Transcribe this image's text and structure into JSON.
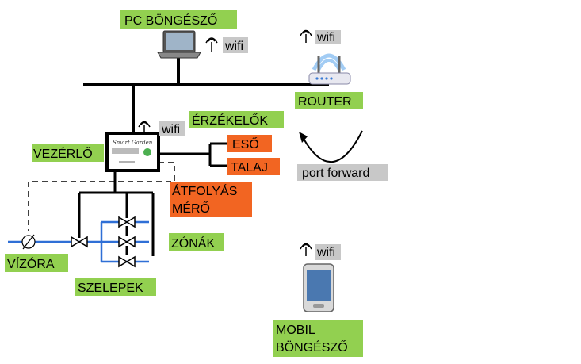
{
  "labels": {
    "pc_browser": "PC BÖNGÉSZŐ",
    "router": "ROUTER",
    "sensors": "ÉRZÉKELŐK",
    "controller": "VEZÉRLŐ",
    "rain": "ESŐ",
    "soil": "TALAJ",
    "port_forward": "port forward",
    "flow_meter_line1": "ÁTFOLYÁS",
    "flow_meter_line2": "MÉRŐ",
    "zones": "ZÓNÁK",
    "water_meter": "VÍZÓRA",
    "valves": "SZELEPEK",
    "mobile_line1": "MOBIL",
    "mobile_line2": "BÖNGÉSZŐ",
    "wifi_pc": "wifi",
    "wifi_router": "wifi",
    "wifi_controller": "wifi",
    "wifi_mobile": "wifi",
    "controller_brand": "Smart Garden"
  },
  "colors": {
    "green": "#92d050",
    "orange": "#f26522",
    "wifi_gray": "#c8c8c8",
    "pipe_blue": "#2f6fd6"
  }
}
